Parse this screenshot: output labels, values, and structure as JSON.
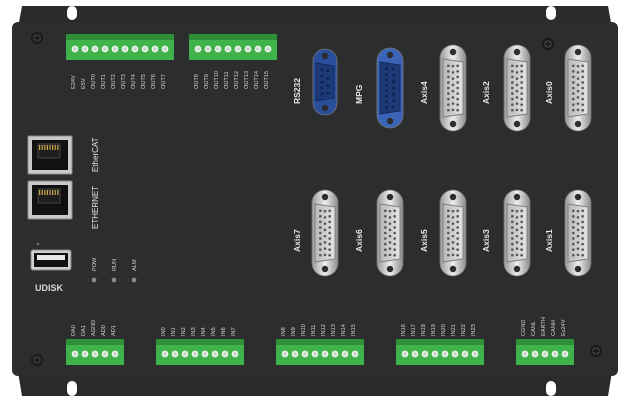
{
  "device": {
    "top_terminal_left_pins": [
      "E24V",
      "E5V",
      "OUT0",
      "OUT1",
      "OUT2",
      "OUT3",
      "OUT4",
      "OUT5",
      "OUT6",
      "OUT7"
    ],
    "top_terminal_right_pins": [
      "OUT8",
      "OUT9",
      "OUT10",
      "OUT11",
      "OUT12",
      "OUT13",
      "OUT14",
      "OUT15"
    ],
    "top_connectors": [
      "RS232",
      "MPG",
      "Axis4",
      "Axis2",
      "Axis0"
    ],
    "bottom_connectors": [
      "Axis7",
      "Axis6",
      "Axis5",
      "Axis3",
      "Axis1"
    ],
    "network_ports": [
      "EtherCAT",
      "ETHERNET"
    ],
    "leds": [
      "POW",
      "RUN",
      "ALM"
    ],
    "usb_label": "UDISK",
    "bottom_terminals": [
      [
        "DA0",
        "DA1",
        "AGND",
        "AD0",
        "AD1"
      ],
      [
        "IN0",
        "IN1",
        "IN2",
        "IN3",
        "IN4",
        "IN5",
        "IN6",
        "IN7"
      ],
      [
        "IN8",
        "IN9",
        "IN10",
        "IN11",
        "IN12",
        "IN13",
        "IN14",
        "IN15"
      ],
      [
        "IN16",
        "IN17",
        "IN18",
        "IN19",
        "IN20",
        "IN21",
        "IN22",
        "IN23"
      ],
      [
        "CGND",
        "CANL",
        "EARTH",
        "CANH",
        "Ex24V"
      ]
    ]
  },
  "colors": {
    "case": "#2b2c2e",
    "terminal": "#3fb24a",
    "rs232": "#2a4f9a",
    "mpg": "#3a64b8"
  }
}
